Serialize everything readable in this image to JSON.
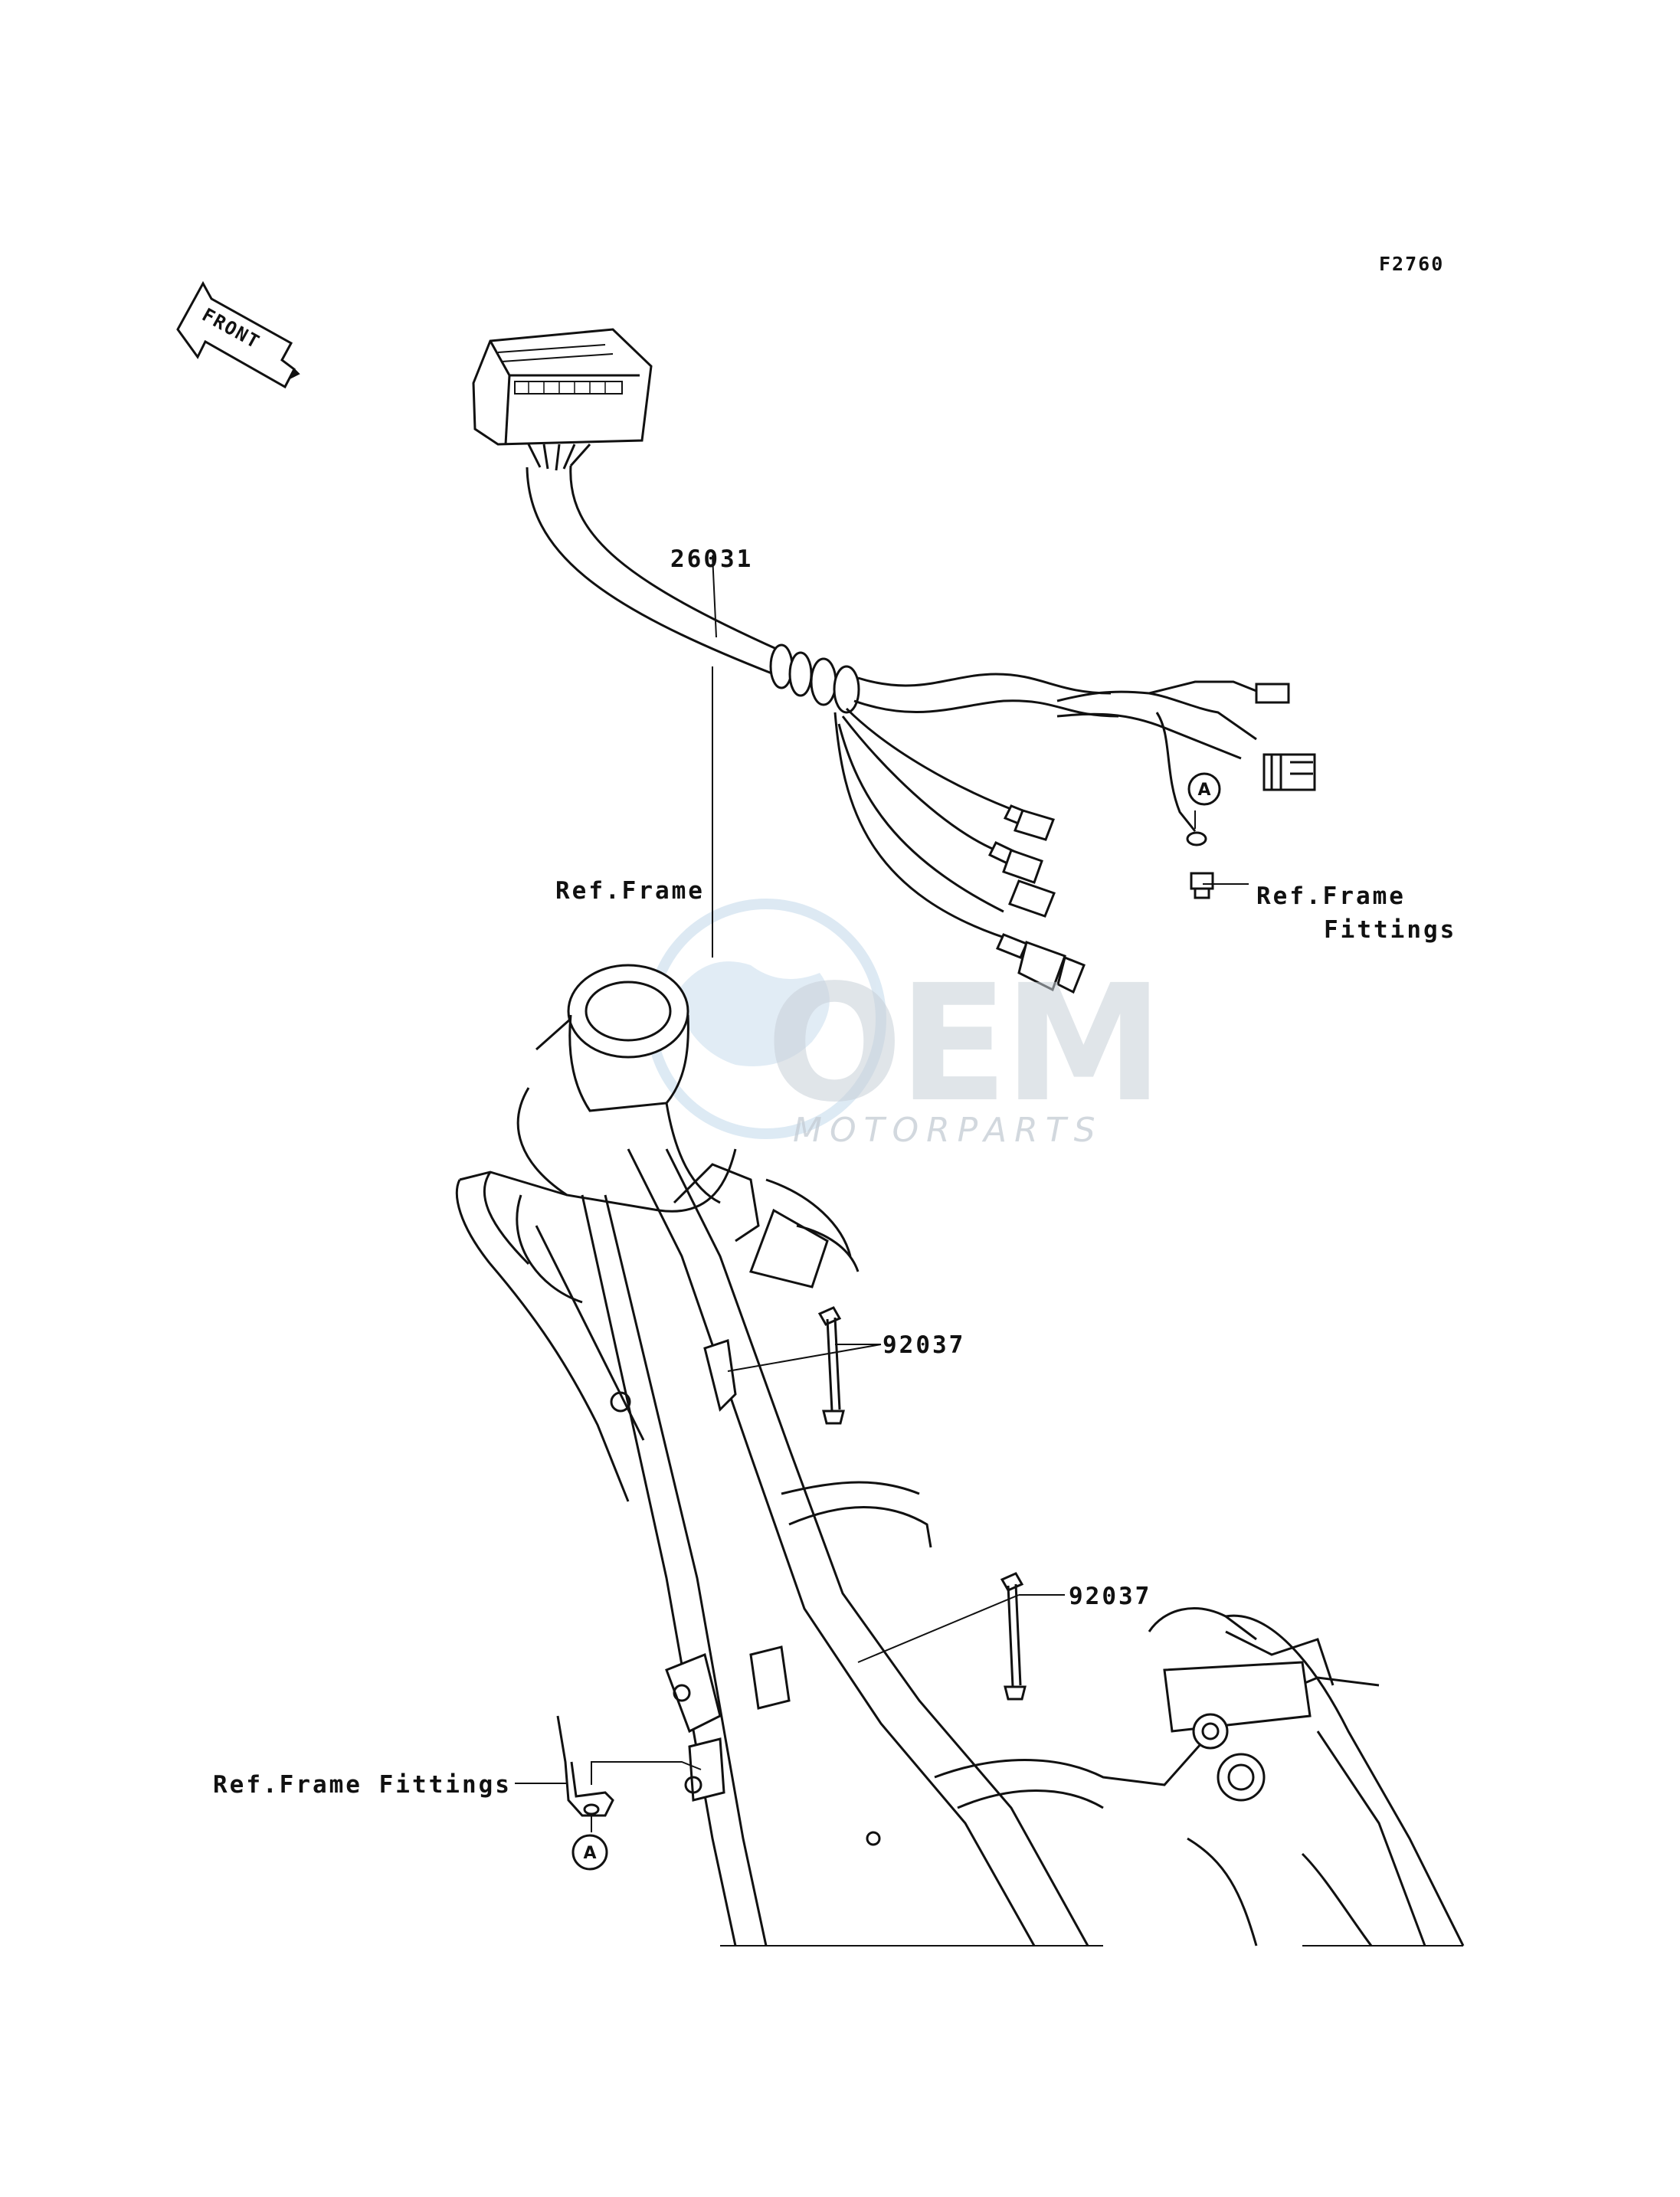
{
  "diagram": {
    "code": "F2760",
    "orientation_label": "FRONT",
    "watermark": {
      "brand": "OEM",
      "subtitle": "MOTORPARTS"
    },
    "part_labels": {
      "harness": "26031",
      "frame": "Ref.Frame",
      "fittings_top_line1": "Ref.Frame",
      "fittings_top_line2": "Fittings",
      "strap_upper": "92037",
      "strap_lower": "92037",
      "fittings_bottom": "Ref.Frame Fittings"
    },
    "callouts": {
      "top": "A",
      "bottom": "A"
    }
  }
}
